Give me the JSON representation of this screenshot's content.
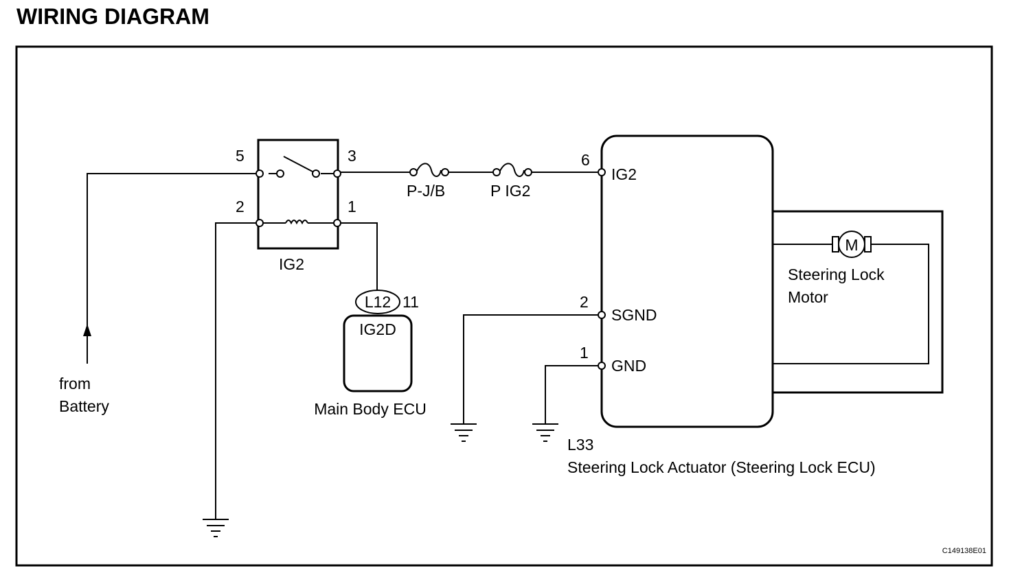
{
  "title": "WIRING DIAGRAM",
  "relay": {
    "name": "IG2",
    "pins": {
      "p5": "5",
      "p3": "3",
      "p2": "2",
      "p1": "1"
    }
  },
  "fuses": {
    "pjb": "P-J/B",
    "pig2": "P IG2"
  },
  "battery": {
    "line1": "from",
    "line2": "Battery"
  },
  "main_body_ecu": {
    "connector": "L12",
    "pin": "11",
    "terminal": "IG2D",
    "name": "Main Body ECU"
  },
  "actuator": {
    "connector": "L33",
    "name": "Steering Lock Actuator (Steering Lock ECU)",
    "pins": {
      "ig2_num": "6",
      "ig2_name": "IG2",
      "sgnd_num": "2",
      "sgnd_name": "SGND",
      "gnd_num": "1",
      "gnd_name": "GND"
    }
  },
  "motor": {
    "symbol": "M",
    "line1": "Steering Lock",
    "line2": "Motor"
  },
  "figure_code": "C149138E01"
}
